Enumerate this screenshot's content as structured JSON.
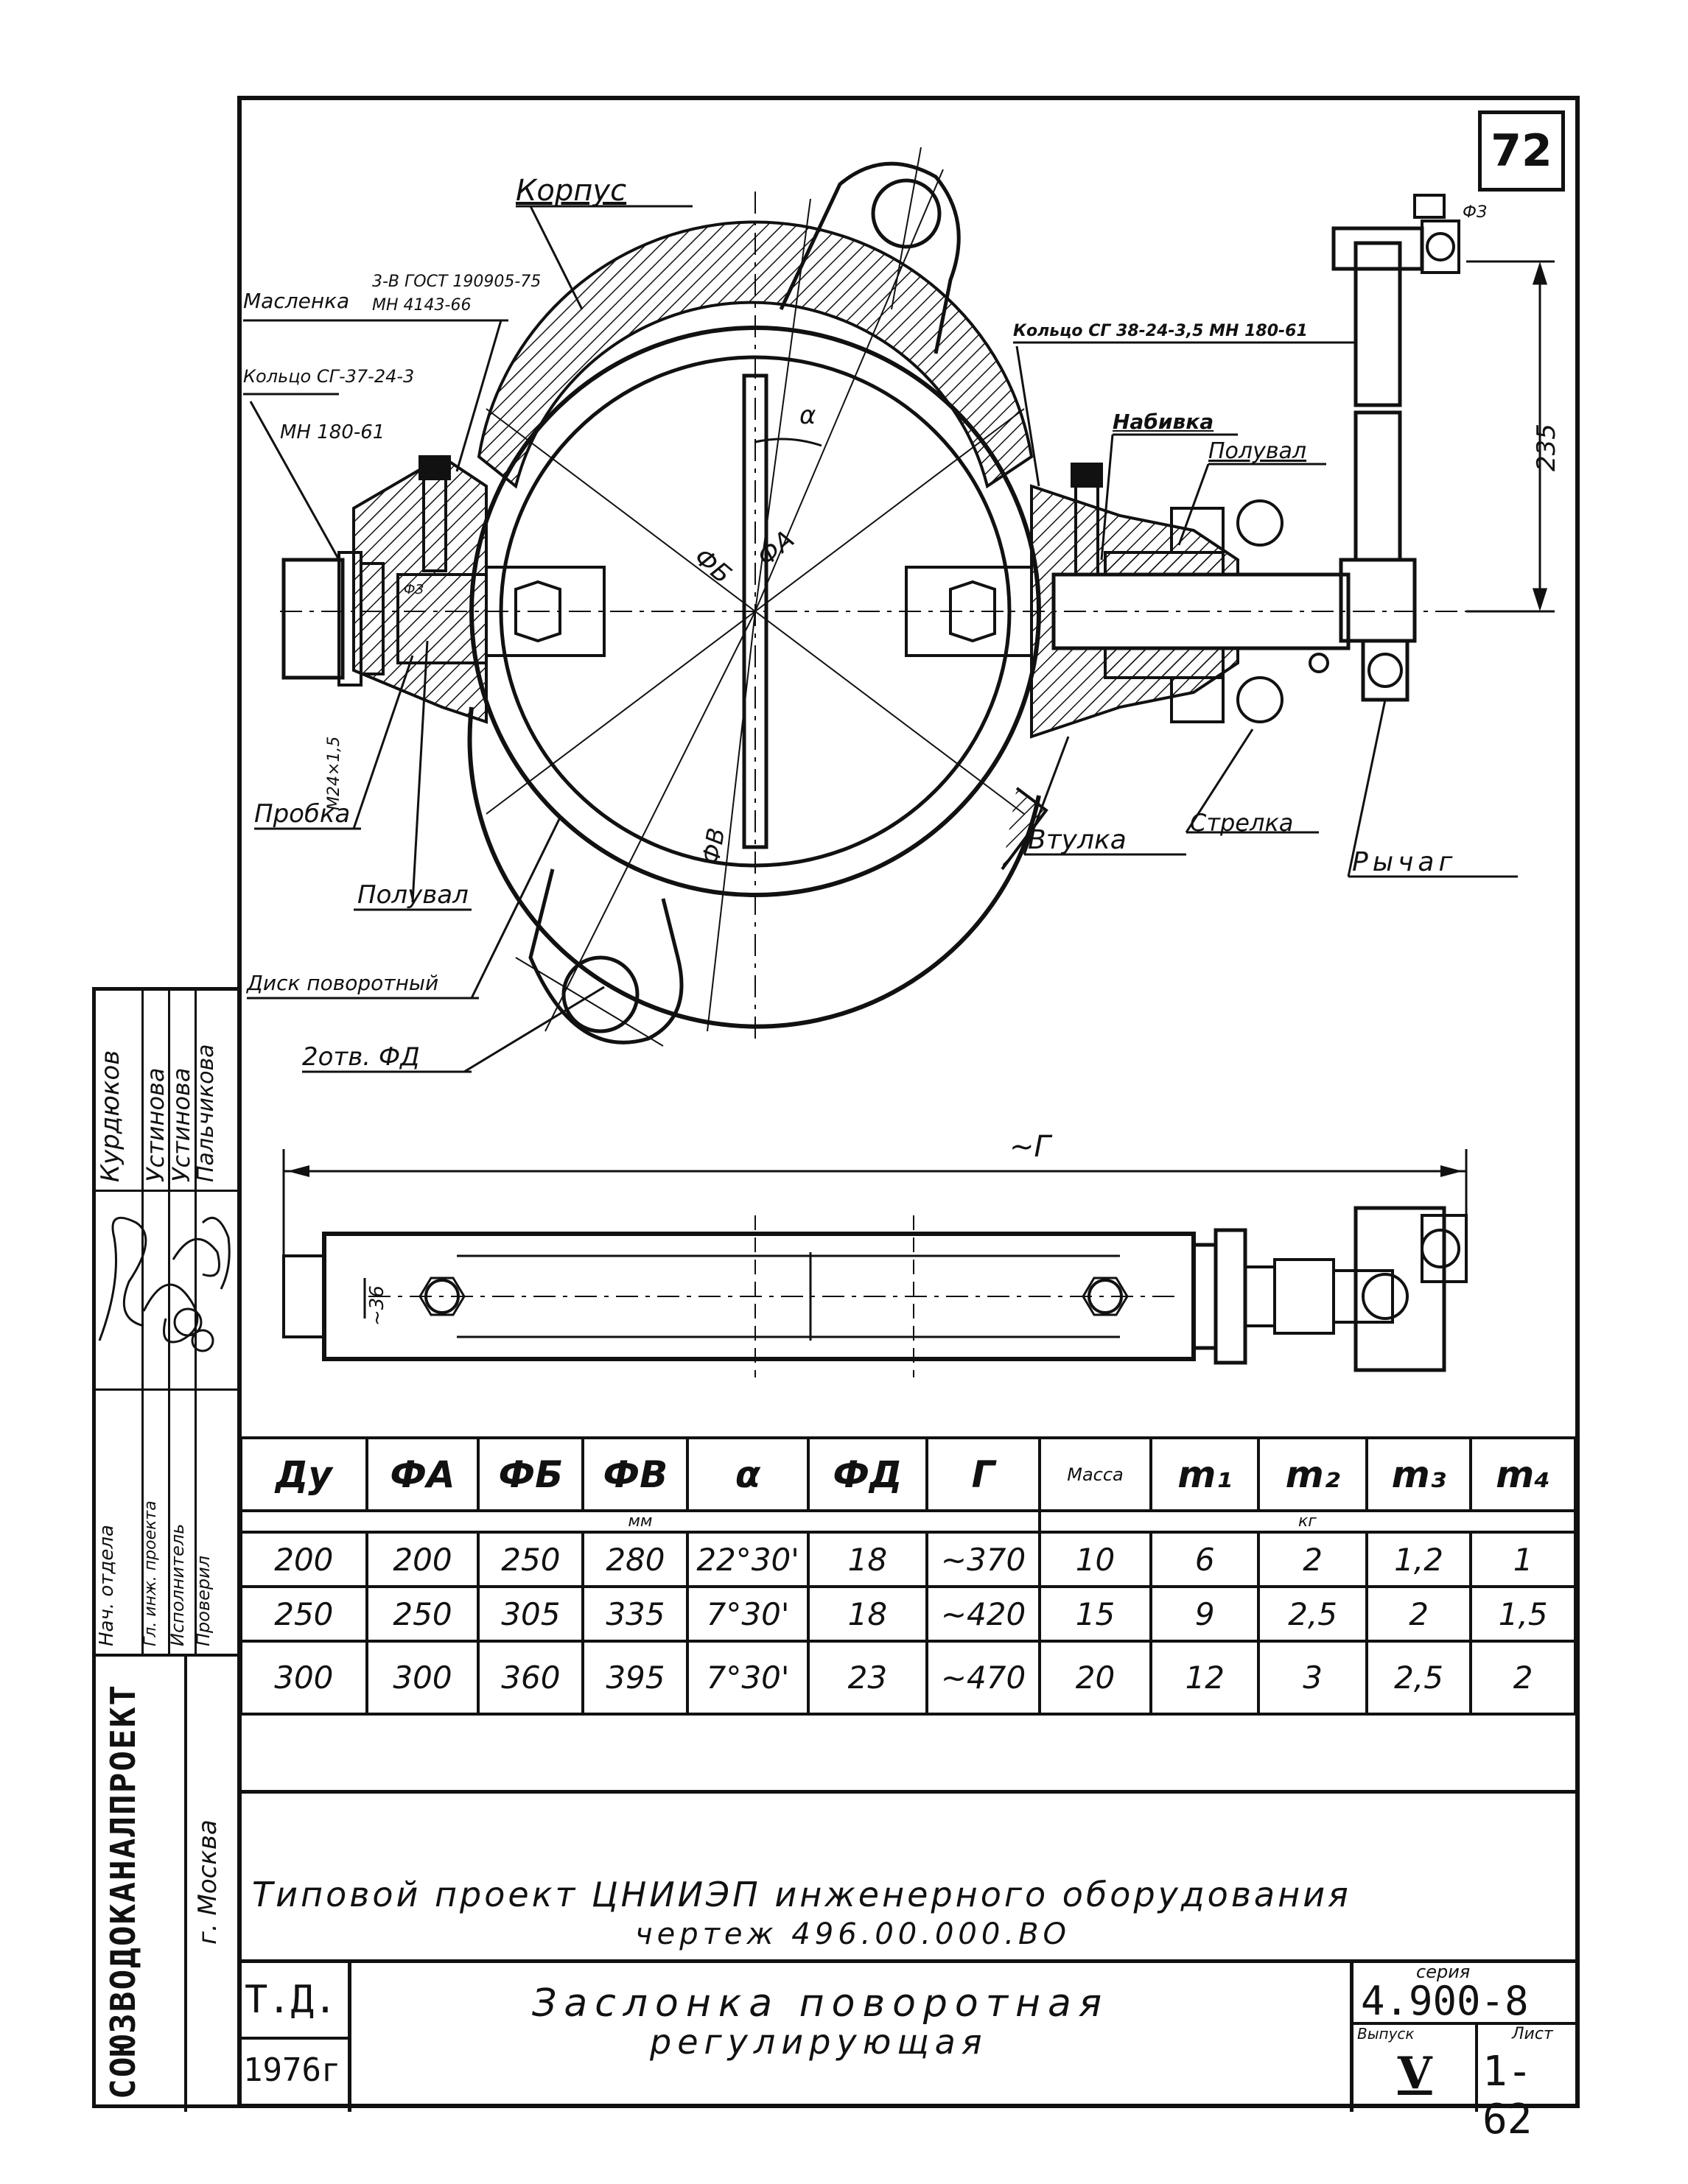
{
  "sheet_number": "72",
  "labels": {
    "korpus": "Корпус",
    "maslenka": "Масленка",
    "maslenka_std": "МН 4143-66",
    "maslenka_gost": "3-В ГОСТ 190905-75",
    "koltso_left": "Кольцо СГ-37-24-3",
    "mn_left": "МН 180-61",
    "koltso_right": "Кольцо СГ 38-24-3,5 МН 180-61",
    "nabivka": "Набивка",
    "poluval_right": "Полувал",
    "probka": "Пробка",
    "thread": "М24×1,5",
    "poluval_bottom": "Полувал",
    "disk": "Диск поворотный",
    "holes": "2отв. ФД",
    "vtulka": "Втулка",
    "strelka": "Стрелка",
    "rychag": "Рычаг",
    "dim_235": "235",
    "dim_36": "~36",
    "dim_G": "~Г",
    "phiA": "ФА",
    "phiB": "ФБ",
    "phiV": "ФВ",
    "alpha": "α",
    "bolt_left": "ФЗ",
    "bolt_right": "ФЗ"
  },
  "table": {
    "headers": [
      "Ду",
      "ФА",
      "ФБ",
      "ФВ",
      "α",
      "ФД",
      "Г",
      "Масса",
      "m₁",
      "m₂",
      "m₃",
      "m₄"
    ],
    "unit_mm": "мм",
    "unit_kg": "кг",
    "rows": [
      [
        "200",
        "200",
        "250",
        "280",
        "22°30'",
        "18",
        "~370",
        "10",
        "6",
        "2",
        "1,2",
        "1"
      ],
      [
        "250",
        "250",
        "305",
        "335",
        "7°30'",
        "18",
        "~420",
        "15",
        "9",
        "2,5",
        "2",
        "1,5"
      ],
      [
        "300",
        "300",
        "360",
        "395",
        "7°30'",
        "23",
        "~470",
        "20",
        "12",
        "3",
        "2,5",
        "2"
      ]
    ]
  },
  "title_block": {
    "project_line1": "Типовой проект ЦНИИЭП инженерного оборудования",
    "project_line2": "чертеж 496.00.000.ВО",
    "td": "Т.Д.",
    "year": "1976г",
    "title_line1": "Заслонка поворотная",
    "title_line2": "регулирующая",
    "seria_label": "серия",
    "seria": "4.900-8",
    "vypusk_label": "Выпуск",
    "vypusk": "V",
    "list_label": "Лист",
    "list": "1-62",
    "org": "СОЮЗВОДОКАНАЛПРОЕКТ",
    "city": "г. Москва"
  },
  "staff": {
    "roles": [
      "Нач. отдела",
      "Гл. инж. проекта",
      "Исполнитель",
      "Проверил"
    ],
    "names": [
      "Курдюков",
      "Устинова",
      "Устинова",
      "Пальчикова"
    ]
  }
}
